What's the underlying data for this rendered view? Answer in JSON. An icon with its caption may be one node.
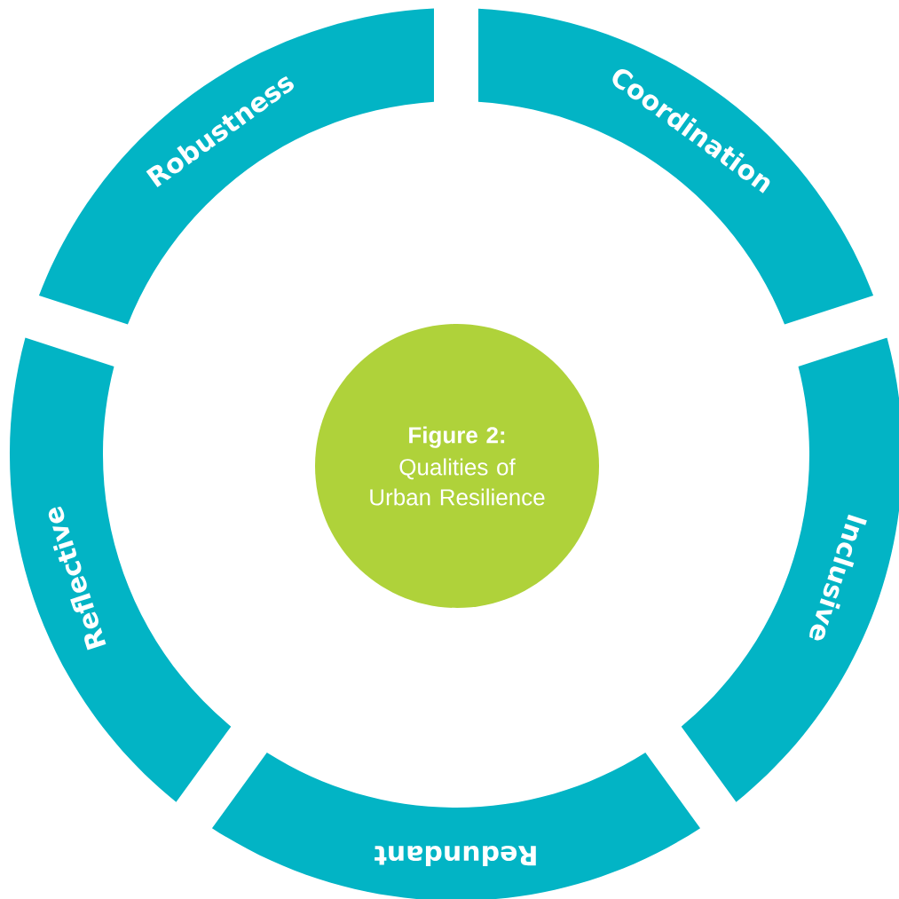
{
  "diagram": {
    "nodes": [
      {
        "text": [
          "Robustness"
        ]
      },
      {
        "text": [
          "Coordination"
        ]
      },
      {
        "text": [
          "Inclusive"
        ]
      },
      {
        "text": [
          "Redundant"
        ]
      },
      {
        "text": [
          "Reflective"
        ]
      },
      {
        "text": [
          "Figure 2:",
          "Qualities of Urban Resilience"
        ]
      }
    ]
  }
}
